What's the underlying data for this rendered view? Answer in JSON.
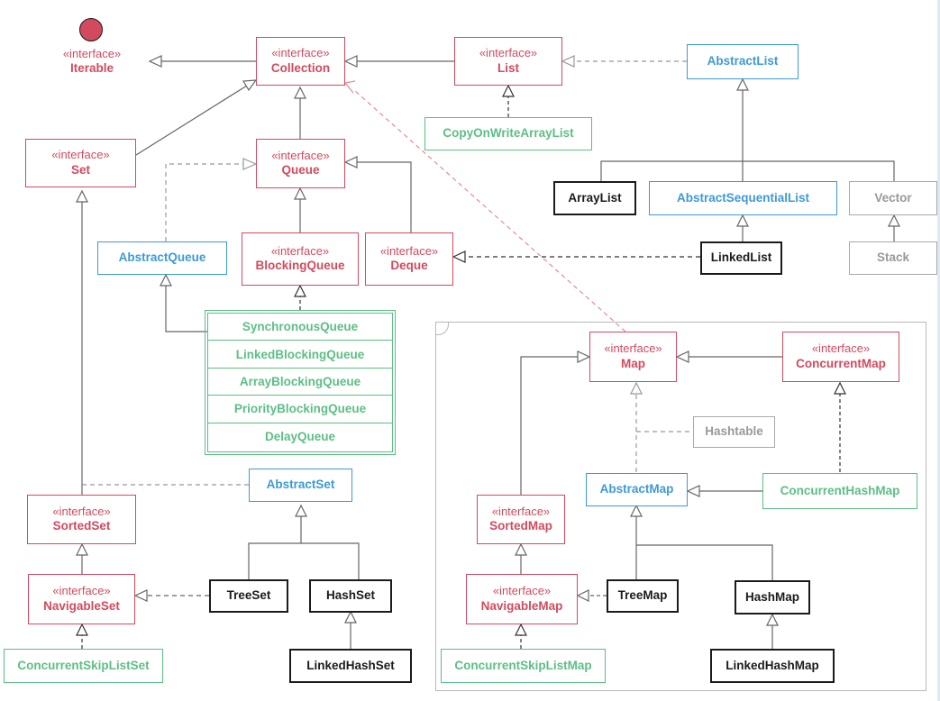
{
  "stereotype": "«interface»",
  "nodes": {
    "iterable": {
      "name": "Iterable",
      "kind": "interface"
    },
    "collection": {
      "name": "Collection",
      "kind": "interface"
    },
    "list": {
      "name": "List",
      "kind": "interface"
    },
    "abstract_list": {
      "name": "AbstractList",
      "kind": "abstract"
    },
    "copy_on_write_array_list": {
      "name": "CopyOnWriteArrayList",
      "kind": "concurrent"
    },
    "set": {
      "name": "Set",
      "kind": "interface"
    },
    "queue": {
      "name": "Queue",
      "kind": "interface"
    },
    "array_list": {
      "name": "ArrayList",
      "kind": "concrete"
    },
    "abstract_sequential_list": {
      "name": "AbstractSequentialList",
      "kind": "abstract"
    },
    "vector": {
      "name": "Vector",
      "kind": "legacy"
    },
    "abstract_queue": {
      "name": "AbstractQueue",
      "kind": "abstract"
    },
    "blocking_queue": {
      "name": "BlockingQueue",
      "kind": "interface"
    },
    "deque": {
      "name": "Deque",
      "kind": "interface"
    },
    "linked_list": {
      "name": "LinkedList",
      "kind": "concrete"
    },
    "stack": {
      "name": "Stack",
      "kind": "legacy"
    },
    "abstract_set": {
      "name": "AbstractSet",
      "kind": "abstract"
    },
    "sorted_set": {
      "name": "SortedSet",
      "kind": "interface"
    },
    "navigable_set": {
      "name": "NavigableSet",
      "kind": "interface"
    },
    "tree_set": {
      "name": "TreeSet",
      "kind": "concrete"
    },
    "hash_set": {
      "name": "HashSet",
      "kind": "concrete"
    },
    "concurrent_skip_list_set": {
      "name": "ConcurrentSkipListSet",
      "kind": "concurrent"
    },
    "linked_hash_set": {
      "name": "LinkedHashSet",
      "kind": "concrete"
    },
    "map": {
      "name": "Map",
      "kind": "interface"
    },
    "concurrent_map": {
      "name": "ConcurrentMap",
      "kind": "interface"
    },
    "hashtable": {
      "name": "Hashtable",
      "kind": "legacy"
    },
    "abstract_map": {
      "name": "AbstractMap",
      "kind": "abstract"
    },
    "concurrent_hash_map": {
      "name": "ConcurrentHashMap",
      "kind": "concurrent"
    },
    "sorted_map": {
      "name": "SortedMap",
      "kind": "interface"
    },
    "navigable_map": {
      "name": "NavigableMap",
      "kind": "interface"
    },
    "tree_map": {
      "name": "TreeMap",
      "kind": "concrete"
    },
    "hash_map": {
      "name": "HashMap",
      "kind": "concrete"
    },
    "concurrent_skip_list_map": {
      "name": "ConcurrentSkipListMap",
      "kind": "concurrent"
    },
    "linked_hash_map": {
      "name": "LinkedHashMap",
      "kind": "concrete"
    }
  },
  "blocking_queue_impls": [
    "SynchronousQueue",
    "LinkedBlockingQueue",
    "ArrayBlockingQueue",
    "PriorityBlockingQueue",
    "DelayQueue"
  ],
  "colors": {
    "interface": "#d24a5e",
    "abstract": "#3d9ad6",
    "concrete": "#1b1b1b",
    "legacy": "#a9a9a9",
    "concurrent": "#5cbf85"
  }
}
